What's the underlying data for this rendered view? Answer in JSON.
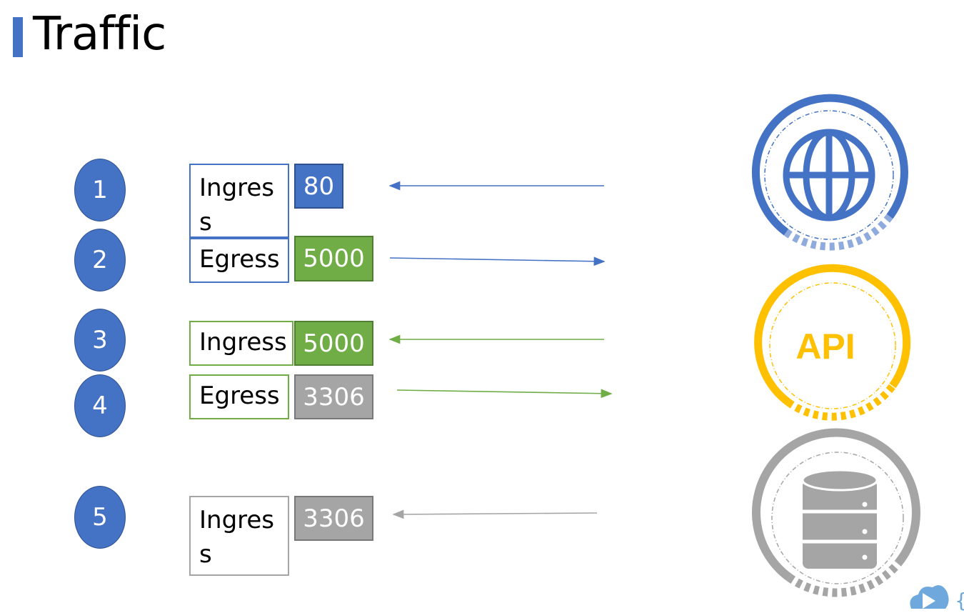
{
  "title": "Traffic",
  "rows": [
    {
      "num": "1",
      "label": "Ingres s",
      "port": "80"
    },
    {
      "num": "2",
      "label": "Egress",
      "port": "5000"
    },
    {
      "num": "3",
      "label": "Ingress",
      "port": "5000"
    },
    {
      "num": "4",
      "label": "Egress",
      "port": "3306"
    },
    {
      "num": "5",
      "label": "Ingres s",
      "port": "3306"
    }
  ],
  "api_label": "API",
  "colors": {
    "blue": "#4472c4",
    "green": "#70ad47",
    "gray": "#a5a5a5",
    "gold": "#ffc000"
  },
  "icons": [
    "globe-icon",
    "api-icon",
    "database-icon",
    "cloud-play-icon"
  ]
}
